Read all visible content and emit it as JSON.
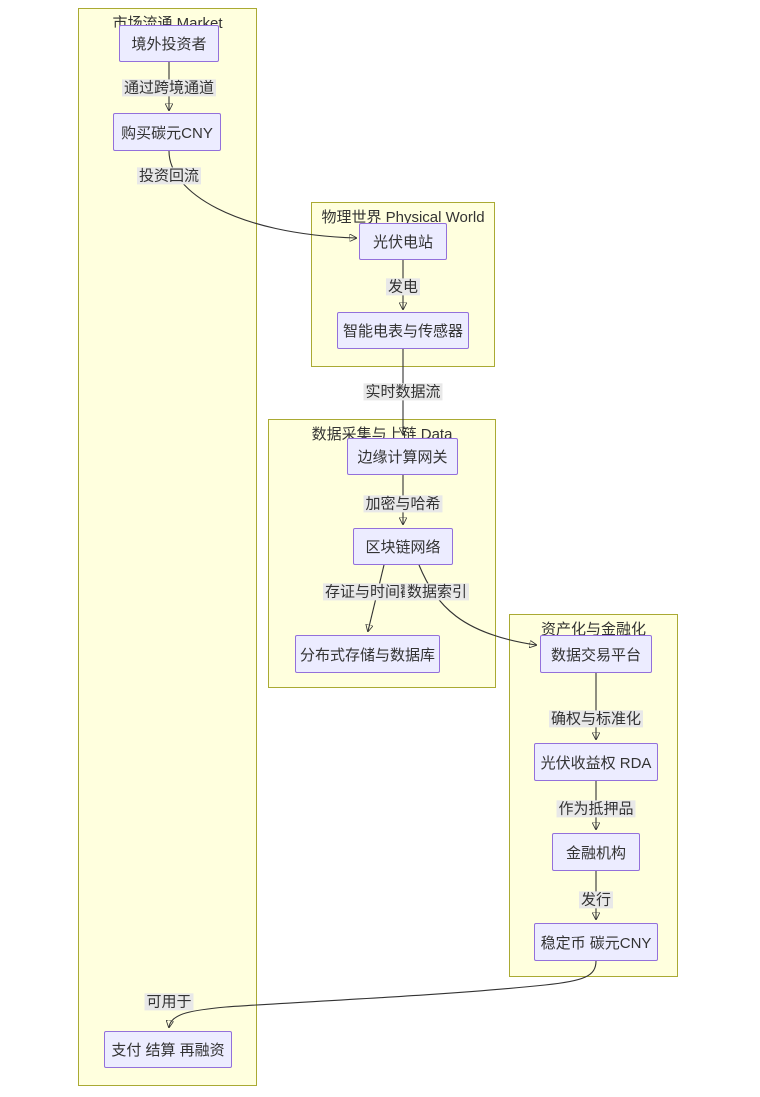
{
  "diagram": {
    "type": "flowchart",
    "containers": {
      "market": {
        "title": "市场流通 Market"
      },
      "physical": {
        "title": "物理世界 Physical World"
      },
      "data": {
        "title": "数据采集与上链 Data"
      },
      "finance": {
        "title": "资产化与金融化"
      }
    },
    "nodes": {
      "investor": {
        "label": "境外投资者"
      },
      "buy_cny": {
        "label": "购买碳元CNY"
      },
      "pv_station": {
        "label": "光伏电站"
      },
      "smart_meter": {
        "label": "智能电表与传感器"
      },
      "edge_gateway": {
        "label": "边缘计算网关"
      },
      "blockchain": {
        "label": "区块链网络"
      },
      "storage": {
        "label": "分布式存储与数据库"
      },
      "trading_platform": {
        "label": "数据交易平台"
      },
      "rda": {
        "label": "光伏收益权 RDA"
      },
      "financial_institution": {
        "label": "金融机构"
      },
      "stablecoin": {
        "label": "稳定币 碳元CNY"
      },
      "payment": {
        "label": "支付 结算 再融资"
      }
    },
    "edge_labels": {
      "cross_border": "通过跨境通道",
      "investment_return": "投资回流",
      "generation": "发电",
      "realtime_stream": "实时数据流",
      "encrypt_hash": "加密与哈希",
      "notarize_timestamp": "存证与时间戳",
      "data_index": "数据索引",
      "rights_standardization": "确权与标准化",
      "as_collateral": "作为抵押品",
      "issuance": "发行",
      "usable_for": "可用于"
    },
    "colors": {
      "node_fill": "#ECECFF",
      "node_border": "#9370DB",
      "container_fill": "#FFFFDE",
      "container_border": "#AAAA33",
      "edge_stroke": "#333333",
      "edge_label_bg": "#E8E8E8",
      "text": "#333333"
    }
  }
}
